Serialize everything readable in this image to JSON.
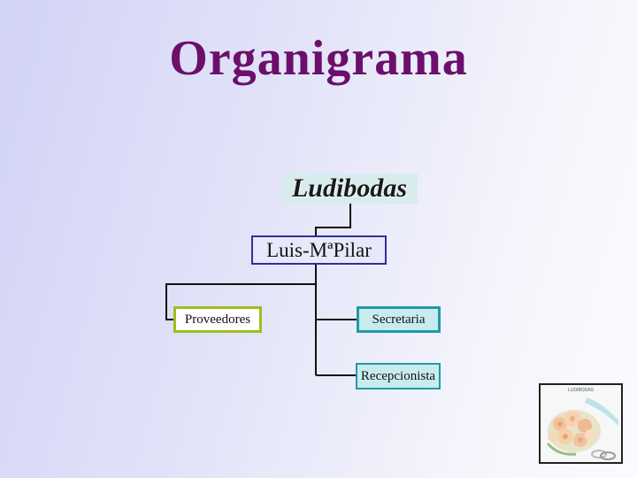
{
  "title": "Organigrama",
  "nodes": {
    "top": "Ludibodas",
    "manager": "Luis-MªPilar",
    "suppliers": "Proveedores",
    "secretary": "Secretaria",
    "receptionist": "Recepcionista"
  },
  "photo": {
    "caption": "LUDIBODAS"
  },
  "colors": {
    "title": "#6b0f6b",
    "manager_border": "#2f2f9c",
    "suppliers_border": "#9cbf1e",
    "teal_border": "#1f9aa6"
  }
}
